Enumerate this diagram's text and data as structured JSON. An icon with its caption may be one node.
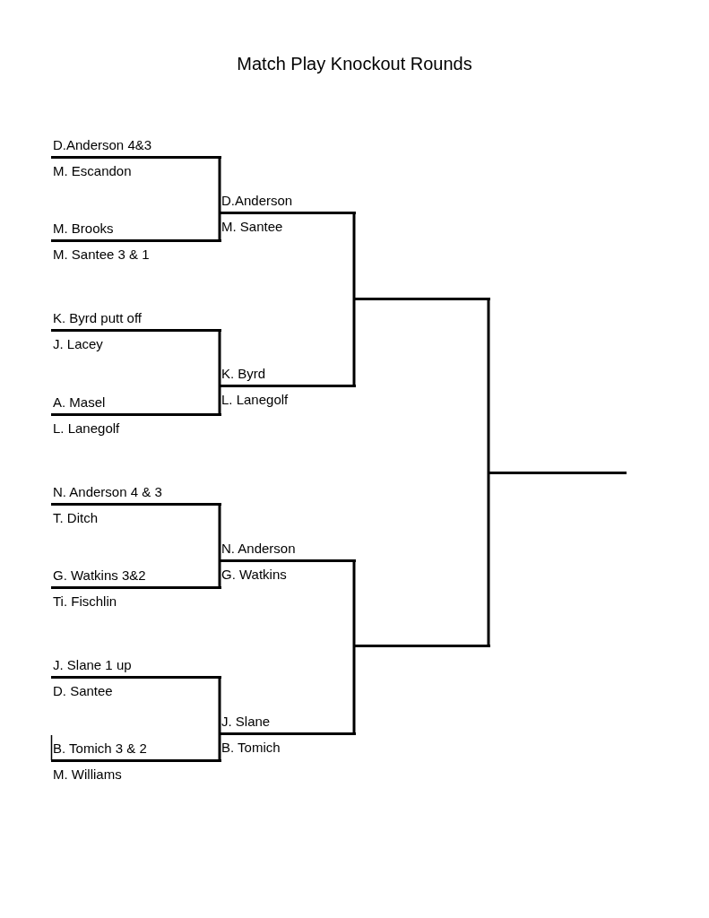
{
  "diagram": {
    "title": "Match Play Knockout Rounds",
    "nodes": [
      {
        "text": [
          "D.Anderson 4&3",
          "M. Escandon"
        ]
      },
      {
        "text": [
          "M. Brooks",
          "M. Santee 3 & 1"
        ]
      },
      {
        "text": [
          "K. Byrd putt off",
          "J. Lacey"
        ]
      },
      {
        "text": [
          "A. Masel",
          "L. Lanegolf"
        ]
      },
      {
        "text": [
          "N. Anderson 4 & 3",
          "T. Ditch"
        ]
      },
      {
        "text": [
          "G. Watkins 3&2",
          "Ti. Fischlin"
        ]
      },
      {
        "text": [
          "J. Slane 1 up",
          "D. Santee"
        ]
      },
      {
        "text": [
          "B. Tomich 3 & 2",
          "M. Williams"
        ]
      },
      {
        "text": [
          "D.Anderson",
          "M. Santee"
        ]
      },
      {
        "text": [
          "K. Byrd",
          "L. Lanegolf"
        ]
      },
      {
        "text": [
          "N. Anderson",
          "G. Watkins"
        ]
      },
      {
        "text": [
          "J. Slane",
          "B. Tomich"
        ]
      },
      {
        "text": [],
        "shape": "bar"
      },
      {
        "text": [],
        "shape": "bar"
      },
      {
        "text": [],
        "shape": "bar"
      }
    ],
    "edges": [
      {
        "from": 0,
        "to": 8,
        "arrow": "none"
      },
      {
        "from": 1,
        "to": 8,
        "arrow": "none"
      },
      {
        "from": 2,
        "to": 9,
        "arrow": "none"
      },
      {
        "from": 3,
        "to": 9,
        "arrow": "none"
      },
      {
        "from": 4,
        "to": 10,
        "arrow": "none"
      },
      {
        "from": 5,
        "to": 10,
        "arrow": "none"
      },
      {
        "from": 6,
        "to": 11,
        "arrow": "none"
      },
      {
        "from": 7,
        "to": 11,
        "arrow": "none"
      },
      {
        "from": 8,
        "to": 12,
        "arrow": "none"
      },
      {
        "from": 9,
        "to": 12,
        "arrow": "none"
      },
      {
        "from": 10,
        "to": 13,
        "arrow": "none"
      },
      {
        "from": 11,
        "to": 13,
        "arrow": "none"
      },
      {
        "from": 12,
        "to": 14,
        "arrow": "none"
      },
      {
        "from": 13,
        "to": 14,
        "arrow": "none"
      }
    ]
  }
}
